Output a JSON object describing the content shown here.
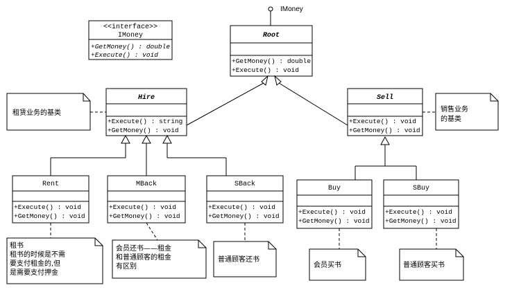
{
  "interface_box": {
    "stereotype": "<<interface>>",
    "name": "IMoney",
    "ops": [
      "+GetMoney() : double",
      "+Execute() : void"
    ]
  },
  "lollipop_label": "IMoney",
  "classes": {
    "root": {
      "name": "Root",
      "ops": [
        "+GetMoney() : double",
        "+Execute() : void"
      ]
    },
    "hire": {
      "name": "Hire",
      "ops": [
        "+Execute() : string",
        "+GetMoney() : void"
      ]
    },
    "sell": {
      "name": "Sell",
      "ops": [
        "+Execute() : void",
        "+GetMoney() : void"
      ]
    },
    "rent": {
      "name": "Rent",
      "ops": [
        "+Execute() : void",
        "+GetMoney() : void"
      ]
    },
    "mback": {
      "name": "MBack",
      "ops": [
        "+Execute() : void",
        "+GetMoney() : void"
      ]
    },
    "sback": {
      "name": "SBack",
      "ops": [
        "+Execute() : void",
        "+GetMoney() : void"
      ]
    },
    "buy": {
      "name": "Buy",
      "ops": [
        "+Execute() : void",
        "+GetMoney() : void"
      ]
    },
    "sbuy": {
      "name": "SBuy",
      "ops": [
        "+Execute() : void",
        "+GetMoney() : void"
      ]
    }
  },
  "notes": {
    "hire": [
      "租赁业务的基类"
    ],
    "sell": [
      "销售业务",
      "的基类"
    ],
    "rent": [
      "租书",
      "租书的时候是不需",
      "要支付租金的,但",
      "是需要支付押金"
    ],
    "mback": [
      "会员还书——租金",
      "和普通顾客的租金",
      "有区别"
    ],
    "sback": [
      "普通顾客还书"
    ],
    "buy": [
      "会员买书"
    ],
    "sbuy": [
      "普通顾客买书"
    ]
  }
}
